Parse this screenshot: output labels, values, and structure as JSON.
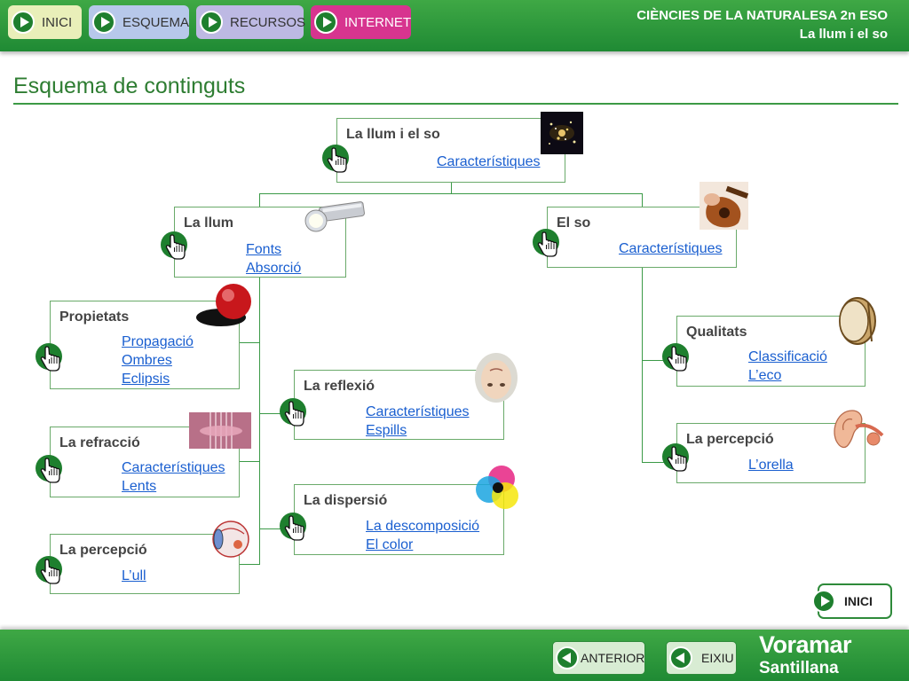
{
  "nav": {
    "inici": "INICI",
    "esquema": "ESQUEMA",
    "recursos": "RECURSOS",
    "internet": "INTERNET",
    "colors": {
      "inici": "#e9efb9",
      "esquema": "#b7c8ea",
      "recursos": "#bdb9e3",
      "internet": "#d7348f"
    }
  },
  "course": {
    "line1": "CIÈNCIES DE LA NATURALESA 2n ESO",
    "line2": "La llum i el so"
  },
  "page_title": "Esquema de continguts",
  "boxes": {
    "root": {
      "title": "La llum i el so",
      "links": [
        "Característiques"
      ]
    },
    "llum": {
      "title": "La llum",
      "links": [
        "Fonts",
        "Absorció"
      ]
    },
    "so": {
      "title": "El so",
      "links": [
        "Característiques"
      ]
    },
    "propietats": {
      "title": "Propietats",
      "links": [
        "Propagació",
        "Ombres",
        "Eclipsis"
      ]
    },
    "refraccio": {
      "title": "La refracció",
      "links": [
        "Característiques",
        "Lents"
      ]
    },
    "percepcio_llum": {
      "title": "La percepció",
      "links": [
        "L’ull"
      ]
    },
    "reflexio": {
      "title": "La reflexió",
      "links": [
        "Característiques",
        "Espills"
      ]
    },
    "dispersio": {
      "title": "La dispersió",
      "links": [
        "La descomposició",
        "El color"
      ]
    },
    "qualitats": {
      "title": "Qualitats",
      "links": [
        "Classificació",
        "L’eco"
      ]
    },
    "percepcio_so": {
      "title": "La percepció",
      "links": [
        "L’orella"
      ]
    }
  },
  "icons": {
    "hand": "pointing-hand-icon",
    "play": "play-icon",
    "back": "back-arrow-icon"
  },
  "footer": {
    "inici": "INICI",
    "anterior": "ANTERIOR",
    "eixiu": "EIXIU",
    "brand_line1": "Voramar",
    "brand_line2": "Santillana"
  },
  "colors": {
    "bar_green": "#2a9a3c",
    "link_blue": "#1a5fd0",
    "title_green": "#2e7d32"
  }
}
